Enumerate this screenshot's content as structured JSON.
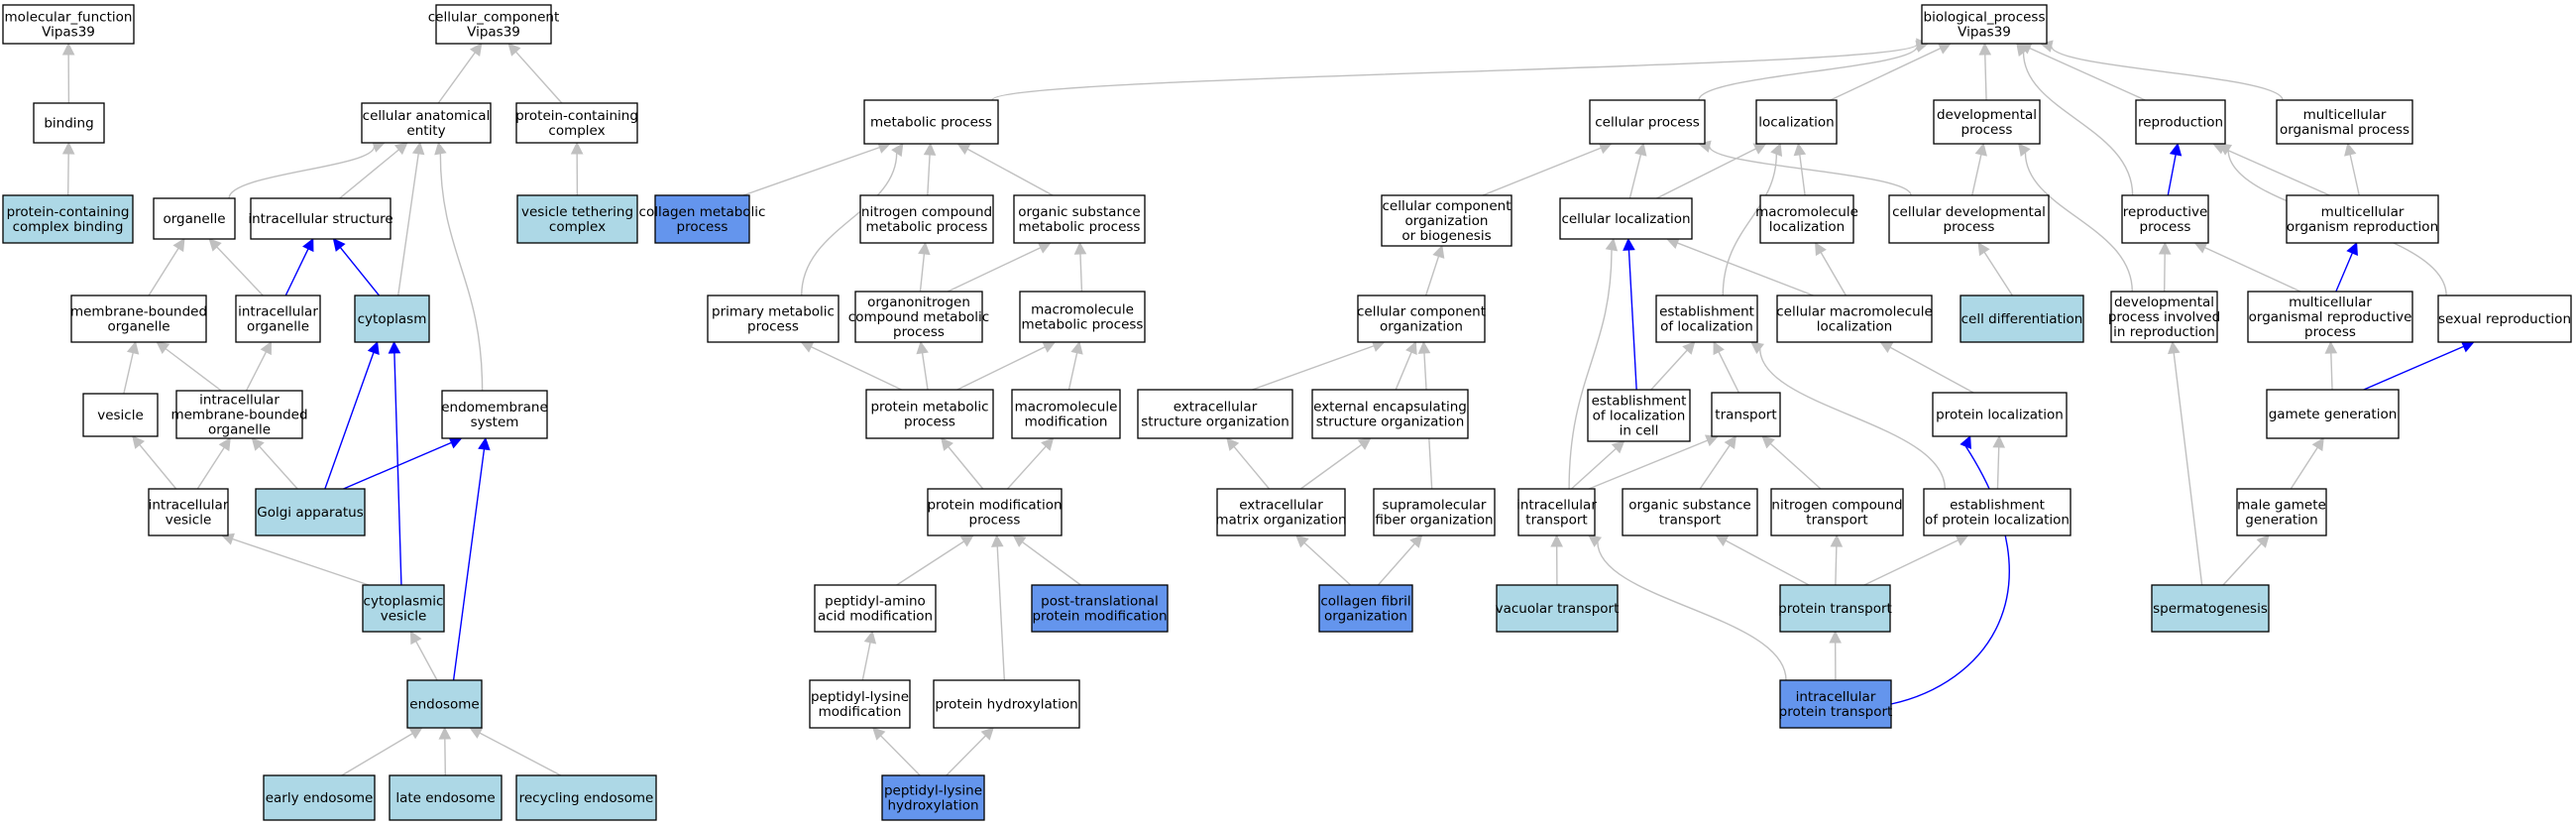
{
  "colors": {
    "white": "#ffffff",
    "light": "#add8e6",
    "dark": "#6495ed",
    "edge_gray": "#c0c0c0",
    "edge_blue": "#0000ff"
  },
  "nodes": [
    {
      "id": "mf_root",
      "lines": [
        "molecular_function",
        "Vipas39"
      ],
      "fill": "white"
    },
    {
      "id": "binding",
      "lines": [
        "binding"
      ],
      "fill": "white"
    },
    {
      "id": "pcc_binding",
      "lines": [
        "protein-containing",
        "complex binding"
      ],
      "fill": "light"
    },
    {
      "id": "cc_root",
      "lines": [
        "cellular_component",
        "Vipas39"
      ],
      "fill": "white"
    },
    {
      "id": "cae",
      "lines": [
        "cellular anatomical",
        "entity"
      ],
      "fill": "white"
    },
    {
      "id": "pcc",
      "lines": [
        "protein-containing",
        "complex"
      ],
      "fill": "white"
    },
    {
      "id": "vtc",
      "lines": [
        "vesicle tethering",
        "complex"
      ],
      "fill": "light"
    },
    {
      "id": "organelle",
      "lines": [
        "organelle"
      ],
      "fill": "white"
    },
    {
      "id": "ias",
      "lines": [
        "intracellular structure"
      ],
      "fill": "white"
    },
    {
      "id": "mbo",
      "lines": [
        "membrane-bounded",
        "organelle"
      ],
      "fill": "white"
    },
    {
      "id": "iorg",
      "lines": [
        "intracellular",
        "organelle"
      ],
      "fill": "white"
    },
    {
      "id": "cytoplasm",
      "lines": [
        "cytoplasm"
      ],
      "fill": "light"
    },
    {
      "id": "vesicle",
      "lines": [
        "vesicle"
      ],
      "fill": "white"
    },
    {
      "id": "imbo",
      "lines": [
        "intracellular",
        "membrane-bounded",
        "organelle"
      ],
      "fill": "white"
    },
    {
      "id": "endomem",
      "lines": [
        "endomembrane",
        "system"
      ],
      "fill": "white"
    },
    {
      "id": "ivesicle",
      "lines": [
        "intracellular",
        "vesicle"
      ],
      "fill": "white"
    },
    {
      "id": "golgi",
      "lines": [
        "Golgi apparatus"
      ],
      "fill": "light"
    },
    {
      "id": "cytves",
      "lines": [
        "cytoplasmic",
        "vesicle"
      ],
      "fill": "light"
    },
    {
      "id": "endosome",
      "lines": [
        "endosome"
      ],
      "fill": "light"
    },
    {
      "id": "early",
      "lines": [
        "early endosome"
      ],
      "fill": "light"
    },
    {
      "id": "late",
      "lines": [
        "late endosome"
      ],
      "fill": "light"
    },
    {
      "id": "recycling",
      "lines": [
        "recycling endosome"
      ],
      "fill": "light"
    },
    {
      "id": "metab",
      "lines": [
        "metabolic process"
      ],
      "fill": "white"
    },
    {
      "id": "collmet",
      "lines": [
        "collagen metabolic",
        "process"
      ],
      "fill": "dark"
    },
    {
      "id": "ncmp",
      "lines": [
        "nitrogen compound",
        "metabolic process"
      ],
      "fill": "white"
    },
    {
      "id": "osmp",
      "lines": [
        "organic substance",
        "metabolic process"
      ],
      "fill": "white"
    },
    {
      "id": "primet",
      "lines": [
        "primary metabolic",
        "process"
      ],
      "fill": "white"
    },
    {
      "id": "orgnit",
      "lines": [
        "organonitrogen",
        "compound metabolic",
        "process"
      ],
      "fill": "white"
    },
    {
      "id": "macmet",
      "lines": [
        "macromolecule",
        "metabolic process"
      ],
      "fill": "white"
    },
    {
      "id": "protmet",
      "lines": [
        "protein metabolic",
        "process"
      ],
      "fill": "white"
    },
    {
      "id": "macmod",
      "lines": [
        "macromolecule",
        "modification"
      ],
      "fill": "white"
    },
    {
      "id": "protmod",
      "lines": [
        "protein modification",
        "process"
      ],
      "fill": "white"
    },
    {
      "id": "pepam",
      "lines": [
        "peptidyl-amino",
        "acid modification"
      ],
      "fill": "white"
    },
    {
      "id": "ptm",
      "lines": [
        "post-translational",
        "protein modification"
      ],
      "fill": "dark"
    },
    {
      "id": "peplys",
      "lines": [
        "peptidyl-lysine",
        "modification"
      ],
      "fill": "white"
    },
    {
      "id": "prothyd",
      "lines": [
        "protein hydroxylation"
      ],
      "fill": "white"
    },
    {
      "id": "peplyshyd",
      "lines": [
        "peptidyl-lysine",
        "hydroxylation"
      ],
      "fill": "dark"
    },
    {
      "id": "ccob",
      "lines": [
        "cellular component",
        "organization",
        "or biogenesis"
      ],
      "fill": "white"
    },
    {
      "id": "cco",
      "lines": [
        "cellular component",
        "organization"
      ],
      "fill": "white"
    },
    {
      "id": "eso",
      "lines": [
        "extracellular",
        "structure organization"
      ],
      "fill": "white"
    },
    {
      "id": "eeso",
      "lines": [
        "external encapsulating",
        "structure organization"
      ],
      "fill": "white"
    },
    {
      "id": "emo",
      "lines": [
        "extracellular",
        "matrix organization"
      ],
      "fill": "white"
    },
    {
      "id": "sfo",
      "lines": [
        "supramolecular",
        "fiber organization"
      ],
      "fill": "white"
    },
    {
      "id": "cfo",
      "lines": [
        "collagen fibril",
        "organization"
      ],
      "fill": "dark"
    },
    {
      "id": "bp_root",
      "lines": [
        "biological_process",
        "Vipas39"
      ],
      "fill": "white"
    },
    {
      "id": "cellproc",
      "lines": [
        "cellular process"
      ],
      "fill": "white"
    },
    {
      "id": "local",
      "lines": [
        "localization"
      ],
      "fill": "white"
    },
    {
      "id": "devproc",
      "lines": [
        "developmental",
        "process"
      ],
      "fill": "white"
    },
    {
      "id": "repro",
      "lines": [
        "reproduction"
      ],
      "fill": "white"
    },
    {
      "id": "mop",
      "lines": [
        "multicellular",
        "organismal process"
      ],
      "fill": "white"
    },
    {
      "id": "cellloc",
      "lines": [
        "cellular localization"
      ],
      "fill": "white"
    },
    {
      "id": "macloc",
      "lines": [
        "macromolecule",
        "localization"
      ],
      "fill": "white"
    },
    {
      "id": "celldev",
      "lines": [
        "cellular developmental",
        "process"
      ],
      "fill": "white"
    },
    {
      "id": "reproproc",
      "lines": [
        "reproductive",
        "process"
      ],
      "fill": "white"
    },
    {
      "id": "mor",
      "lines": [
        "multicellular",
        "organism reproduction"
      ],
      "fill": "white"
    },
    {
      "id": "estloc",
      "lines": [
        "establishment",
        "of localization"
      ],
      "fill": "white"
    },
    {
      "id": "cml",
      "lines": [
        "cellular macromolecule",
        "localization"
      ],
      "fill": "white"
    },
    {
      "id": "celldiff",
      "lines": [
        "cell differentiation"
      ],
      "fill": "light"
    },
    {
      "id": "dpir",
      "lines": [
        "developmental",
        "process involved",
        "in reproduction"
      ],
      "fill": "white"
    },
    {
      "id": "morp",
      "lines": [
        "multicellular",
        "organismal reproductive",
        "process"
      ],
      "fill": "white"
    },
    {
      "id": "sexrep",
      "lines": [
        "sexual reproduction"
      ],
      "fill": "white"
    },
    {
      "id": "estlocc",
      "lines": [
        "establishment",
        "of localization",
        "in cell"
      ],
      "fill": "white"
    },
    {
      "id": "transport",
      "lines": [
        "transport"
      ],
      "fill": "white"
    },
    {
      "id": "protloc",
      "lines": [
        "protein localization"
      ],
      "fill": "white"
    },
    {
      "id": "gamgen",
      "lines": [
        "gamete generation"
      ],
      "fill": "white"
    },
    {
      "id": "inttrans",
      "lines": [
        "intracellular",
        "transport"
      ],
      "fill": "white"
    },
    {
      "id": "ostrans",
      "lines": [
        "organic substance",
        "transport"
      ],
      "fill": "white"
    },
    {
      "id": "nctrans",
      "lines": [
        "nitrogen compound",
        "transport"
      ],
      "fill": "white"
    },
    {
      "id": "estprotloc",
      "lines": [
        "establishment",
        "of protein localization"
      ],
      "fill": "white"
    },
    {
      "id": "malegam",
      "lines": [
        "male gamete",
        "generation"
      ],
      "fill": "white"
    },
    {
      "id": "vactrans",
      "lines": [
        "vacuolar transport"
      ],
      "fill": "light"
    },
    {
      "id": "prottrans",
      "lines": [
        "protein transport"
      ],
      "fill": "light"
    },
    {
      "id": "spermato",
      "lines": [
        "spermatogenesis"
      ],
      "fill": "light"
    },
    {
      "id": "intprottrans",
      "lines": [
        "intracellular",
        "protein transport"
      ],
      "fill": "dark"
    }
  ],
  "edges": [
    {
      "from": "binding",
      "to": "mf_root",
      "color": "gray"
    },
    {
      "from": "pcc_binding",
      "to": "binding",
      "color": "gray"
    },
    {
      "from": "cae",
      "to": "cc_root",
      "color": "gray"
    },
    {
      "from": "pcc",
      "to": "cc_root",
      "color": "gray"
    },
    {
      "from": "vtc",
      "to": "pcc",
      "color": "gray"
    },
    {
      "from": "organelle",
      "to": "cae",
      "color": "gray"
    },
    {
      "from": "ias",
      "to": "cae",
      "color": "gray"
    },
    {
      "from": "mbo",
      "to": "organelle",
      "color": "gray"
    },
    {
      "from": "iorg",
      "to": "organelle",
      "color": "gray"
    },
    {
      "from": "iorg",
      "to": "ias",
      "color": "blue"
    },
    {
      "from": "cytoplasm",
      "to": "ias",
      "color": "blue"
    },
    {
      "from": "cytoplasm",
      "to": "cae",
      "color": "gray"
    },
    {
      "from": "vesicle",
      "to": "mbo",
      "color": "gray"
    },
    {
      "from": "imbo",
      "to": "mbo",
      "color": "gray"
    },
    {
      "from": "imbo",
      "to": "iorg",
      "color": "gray"
    },
    {
      "from": "endomem",
      "to": "cae",
      "color": "gray"
    },
    {
      "from": "ivesicle",
      "to": "vesicle",
      "color": "gray"
    },
    {
      "from": "ivesicle",
      "to": "imbo",
      "color": "gray"
    },
    {
      "from": "golgi",
      "to": "imbo",
      "color": "gray"
    },
    {
      "from": "golgi",
      "to": "cytoplasm",
      "color": "blue"
    },
    {
      "from": "golgi",
      "to": "endomem",
      "color": "blue"
    },
    {
      "from": "cytves",
      "to": "ivesicle",
      "color": "gray"
    },
    {
      "from": "cytves",
      "to": "cytoplasm",
      "color": "blue"
    },
    {
      "from": "endosome",
      "to": "cytves",
      "color": "gray"
    },
    {
      "from": "endosome",
      "to": "endomem",
      "color": "blue"
    },
    {
      "from": "early",
      "to": "endosome",
      "color": "gray"
    },
    {
      "from": "late",
      "to": "endosome",
      "color": "gray"
    },
    {
      "from": "recycling",
      "to": "endosome",
      "color": "gray"
    },
    {
      "from": "metab",
      "to": "bp_root",
      "color": "gray"
    },
    {
      "from": "collmet",
      "to": "metab",
      "color": "gray"
    },
    {
      "from": "ncmp",
      "to": "metab",
      "color": "gray"
    },
    {
      "from": "osmp",
      "to": "metab",
      "color": "gray"
    },
    {
      "from": "primet",
      "to": "metab",
      "color": "gray"
    },
    {
      "from": "orgnit",
      "to": "osmp",
      "color": "gray"
    },
    {
      "from": "orgnit",
      "to": "ncmp",
      "color": "gray"
    },
    {
      "from": "macmet",
      "to": "osmp",
      "color": "gray"
    },
    {
      "from": "protmet",
      "to": "primet",
      "color": "gray"
    },
    {
      "from": "protmet",
      "to": "orgnit",
      "color": "gray"
    },
    {
      "from": "protmet",
      "to": "macmet",
      "color": "gray"
    },
    {
      "from": "macmod",
      "to": "macmet",
      "color": "gray"
    },
    {
      "from": "protmod",
      "to": "protmet",
      "color": "gray"
    },
    {
      "from": "protmod",
      "to": "macmod",
      "color": "gray"
    },
    {
      "from": "pepam",
      "to": "protmod",
      "color": "gray"
    },
    {
      "from": "ptm",
      "to": "protmod",
      "color": "gray"
    },
    {
      "from": "peplys",
      "to": "pepam",
      "color": "gray"
    },
    {
      "from": "prothyd",
      "to": "protmod",
      "color": "gray"
    },
    {
      "from": "peplyshyd",
      "to": "peplys",
      "color": "gray"
    },
    {
      "from": "peplyshyd",
      "to": "prothyd",
      "color": "gray"
    },
    {
      "from": "ccob",
      "to": "cellproc",
      "color": "gray"
    },
    {
      "from": "cco",
      "to": "ccob",
      "color": "gray"
    },
    {
      "from": "eso",
      "to": "cco",
      "color": "gray"
    },
    {
      "from": "eeso",
      "to": "cco",
      "color": "gray"
    },
    {
      "from": "emo",
      "to": "eso",
      "color": "gray"
    },
    {
      "from": "emo",
      "to": "eeso",
      "color": "gray"
    },
    {
      "from": "sfo",
      "to": "cco",
      "color": "gray"
    },
    {
      "from": "cfo",
      "to": "emo",
      "color": "gray"
    },
    {
      "from": "cfo",
      "to": "sfo",
      "color": "gray"
    },
    {
      "from": "cellproc",
      "to": "bp_root",
      "color": "gray"
    },
    {
      "from": "local",
      "to": "bp_root",
      "color": "gray"
    },
    {
      "from": "devproc",
      "to": "bp_root",
      "color": "gray"
    },
    {
      "from": "repro",
      "to": "bp_root",
      "color": "gray"
    },
    {
      "from": "mop",
      "to": "bp_root",
      "color": "gray"
    },
    {
      "from": "cellloc",
      "to": "cellproc",
      "color": "gray"
    },
    {
      "from": "cellloc",
      "to": "local",
      "color": "gray"
    },
    {
      "from": "macloc",
      "to": "local",
      "color": "gray"
    },
    {
      "from": "celldev",
      "to": "cellproc",
      "color": "gray"
    },
    {
      "from": "celldev",
      "to": "devproc",
      "color": "gray"
    },
    {
      "from": "reproproc",
      "to": "repro",
      "color": "blue"
    },
    {
      "from": "reproproc",
      "to": "bp_root",
      "color": "gray"
    },
    {
      "from": "mor",
      "to": "repro",
      "color": "gray"
    },
    {
      "from": "mor",
      "to": "mop",
      "color": "gray"
    },
    {
      "from": "estloc",
      "to": "local",
      "color": "gray"
    },
    {
      "from": "cml",
      "to": "cellloc",
      "color": "gray"
    },
    {
      "from": "cml",
      "to": "macloc",
      "color": "gray"
    },
    {
      "from": "celldiff",
      "to": "celldev",
      "color": "gray"
    },
    {
      "from": "dpir",
      "to": "reproproc",
      "color": "gray"
    },
    {
      "from": "dpir",
      "to": "devproc",
      "color": "gray"
    },
    {
      "from": "morp",
      "to": "reproproc",
      "color": "gray"
    },
    {
      "from": "morp",
      "to": "mor",
      "color": "blue"
    },
    {
      "from": "sexrep",
      "to": "repro",
      "color": "gray"
    },
    {
      "from": "estlocc",
      "to": "estloc",
      "color": "gray"
    },
    {
      "from": "estlocc",
      "to": "cellloc",
      "color": "blue"
    },
    {
      "from": "transport",
      "to": "estloc",
      "color": "gray"
    },
    {
      "from": "protloc",
      "to": "cml",
      "color": "gray"
    },
    {
      "from": "gamgen",
      "to": "morp",
      "color": "gray"
    },
    {
      "from": "gamgen",
      "to": "sexrep",
      "color": "blue"
    },
    {
      "from": "inttrans",
      "to": "cellloc",
      "color": "gray"
    },
    {
      "from": "inttrans",
      "to": "estlocc",
      "color": "gray"
    },
    {
      "from": "inttrans",
      "to": "transport",
      "color": "gray"
    },
    {
      "from": "ostrans",
      "to": "transport",
      "color": "gray"
    },
    {
      "from": "nctrans",
      "to": "transport",
      "color": "gray"
    },
    {
      "from": "estprotloc",
      "to": "estloc",
      "color": "gray"
    },
    {
      "from": "estprotloc",
      "to": "protloc",
      "color": "gray"
    },
    {
      "from": "malegam",
      "to": "gamgen",
      "color": "gray"
    },
    {
      "from": "vactrans",
      "to": "inttrans",
      "color": "gray"
    },
    {
      "from": "prottrans",
      "to": "ostrans",
      "color": "gray"
    },
    {
      "from": "prottrans",
      "to": "nctrans",
      "color": "gray"
    },
    {
      "from": "prottrans",
      "to": "estprotloc",
      "color": "gray"
    },
    {
      "from": "spermato",
      "to": "malegam",
      "color": "gray"
    },
    {
      "from": "spermato",
      "to": "dpir",
      "color": "gray"
    },
    {
      "from": "intprottrans",
      "to": "inttrans",
      "color": "gray"
    },
    {
      "from": "intprottrans",
      "to": "prottrans",
      "color": "gray"
    },
    {
      "from": "intprottrans",
      "to": "protloc",
      "color": "blue"
    }
  ]
}
